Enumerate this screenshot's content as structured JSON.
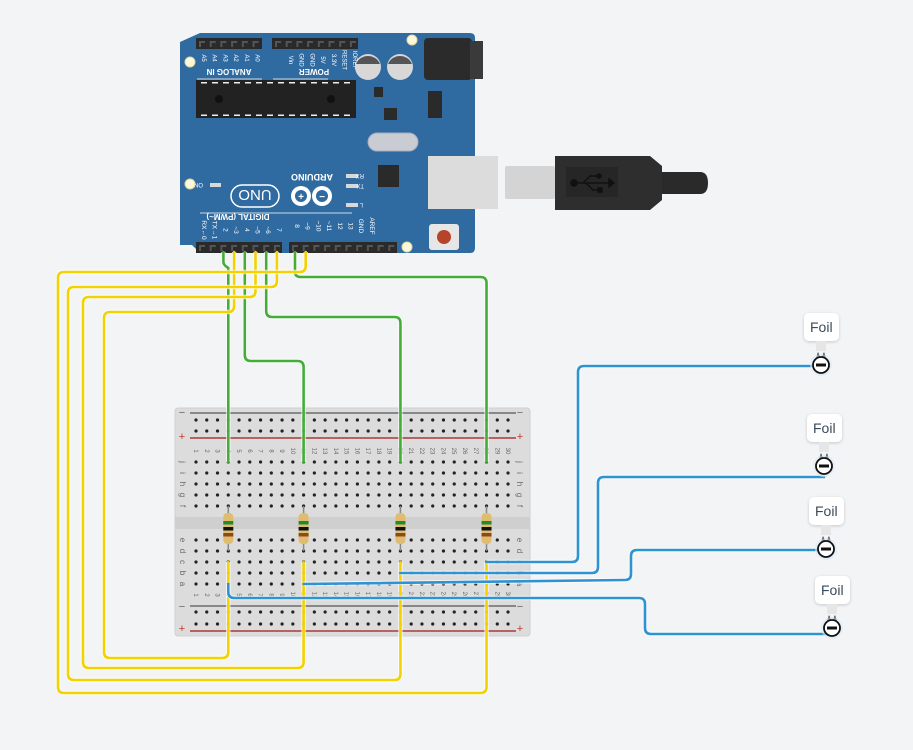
{
  "arduino": {
    "brand_text": "ARDUINO",
    "model_text": "UNO",
    "on_label": "ON",
    "rx_label": "RX",
    "tx_label": "TX",
    "l_label": "L",
    "analog_header": "ANALOG IN",
    "power_header": "POWER",
    "digital_header": "DIGITAL (PWM~)",
    "analog_pins": [
      "A5",
      "A4",
      "A3",
      "A2",
      "A1",
      "A0"
    ],
    "power_pins": [
      "Vin",
      "GND",
      "GND",
      "5V",
      "3.3V",
      "RESET",
      "IOREF"
    ],
    "digital_pins_left": [
      "RX←0",
      "TX→1",
      "2",
      "~3",
      "4",
      "~5",
      "~6",
      "7"
    ],
    "digital_pins_right": [
      "8",
      "~9",
      "~10",
      "~11",
      "12",
      "13",
      "GND",
      "AREF"
    ],
    "colors": {
      "board": "#2f6aa1",
      "header": "#2a2a2a",
      "reset": "#b5442b"
    }
  },
  "usb_cable": {
    "icon": "usb-icon"
  },
  "breadboard": {
    "columns": 30,
    "rows_top": [
      "j",
      "i",
      "h",
      "g",
      "f"
    ],
    "rows_bottom": [
      "e",
      "d",
      "c",
      "b",
      "a"
    ],
    "rail_minus": "−",
    "rail_plus": "+"
  },
  "resistors": [
    {
      "column": 4,
      "bands": [
        "#1f8a2e",
        "#111111",
        "#8b4a18"
      ]
    },
    {
      "column": 11,
      "bands": [
        "#1f8a2e",
        "#111111",
        "#8b4a18"
      ]
    },
    {
      "column": 20,
      "bands": [
        "#1f8a2e",
        "#111111",
        "#8b4a18"
      ]
    },
    {
      "column": 28,
      "bands": [
        "#1f8a2e",
        "#111111",
        "#8b4a18"
      ]
    }
  ],
  "foils": [
    {
      "label": "Foil"
    },
    {
      "label": "Foil"
    },
    {
      "label": "Foil"
    },
    {
      "label": "Foil"
    }
  ],
  "wire_colors": {
    "green": "#43ad38",
    "yellow": "#f3d200",
    "blue": "#2f93d1"
  }
}
